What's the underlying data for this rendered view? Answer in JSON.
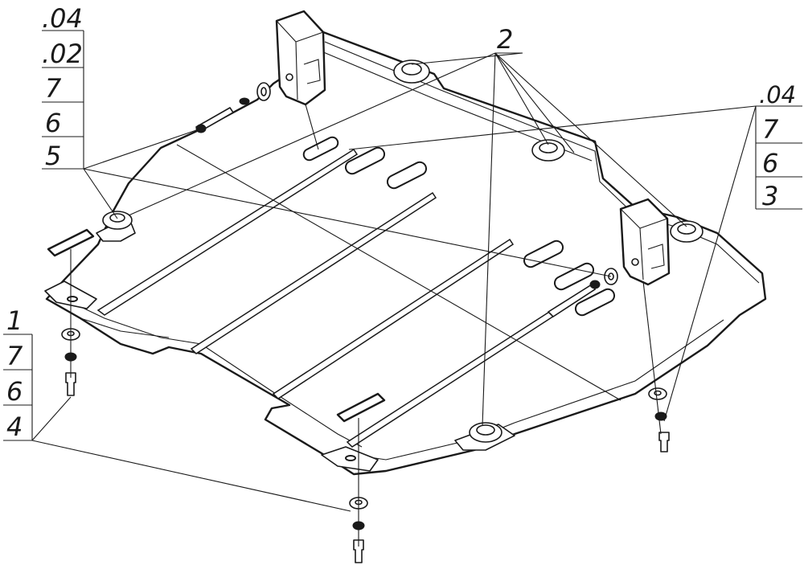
{
  "callouts": {
    "top_left": [
      ".04",
      ".02",
      "7",
      "6",
      "5"
    ],
    "top_center": "2",
    "right": [
      ".04",
      "7",
      "6",
      "3"
    ],
    "bottom_left": [
      "1",
      "7",
      "6",
      "4"
    ]
  },
  "colors": {
    "line": "#1a1a1a",
    "background": "#ffffff"
  }
}
